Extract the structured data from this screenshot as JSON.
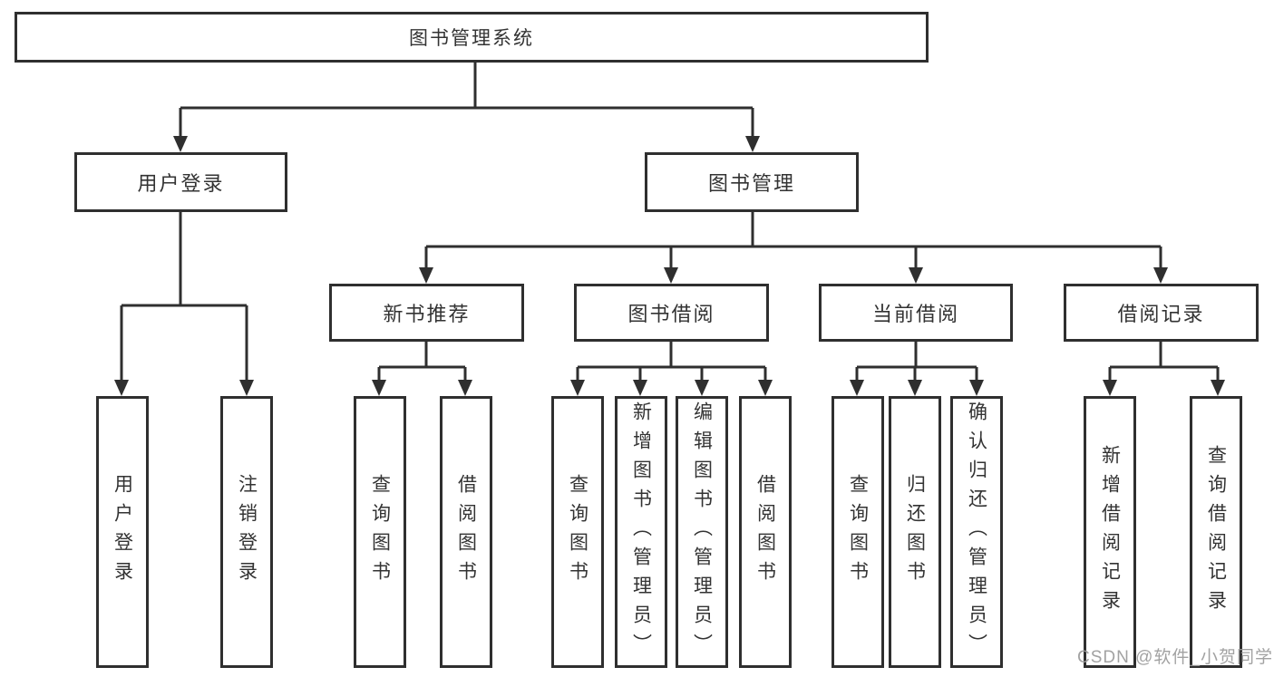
{
  "nodes": {
    "root": "图书管理系统",
    "level1": [
      "用户登录",
      "图书管理"
    ],
    "level2": [
      "新书推荐",
      "图书借阅",
      "当前借阅",
      "借阅记录"
    ],
    "leaves": [
      "用户登录",
      "注销登录",
      "查询图书",
      "借阅图书",
      "查询图书",
      "新增图书（管理员）",
      "编辑图书（管理员）",
      "借阅图书",
      "查询图书",
      "归还图书",
      "确认归还（管理员）",
      "新增借阅记录",
      "查询借阅记录"
    ]
  },
  "hierarchy": {
    "图书管理系统": {
      "用户登录": [
        "用户登录",
        "注销登录"
      ],
      "图书管理": {
        "新书推荐": [
          "查询图书",
          "借阅图书"
        ],
        "图书借阅": [
          "查询图书",
          "新增图书（管理员）",
          "编辑图书（管理员）",
          "借阅图书"
        ],
        "当前借阅": [
          "查询图书",
          "归还图书",
          "确认归还（管理员）"
        ],
        "借阅记录": [
          "新增借阅记录",
          "查询借阅记录"
        ]
      }
    }
  },
  "watermark": "CSDN @软件_小贺同学",
  "colors": {
    "line": "#2f2f2f",
    "text": "#333333",
    "watermark": "#9b9b9b",
    "background": "#ffffff"
  }
}
